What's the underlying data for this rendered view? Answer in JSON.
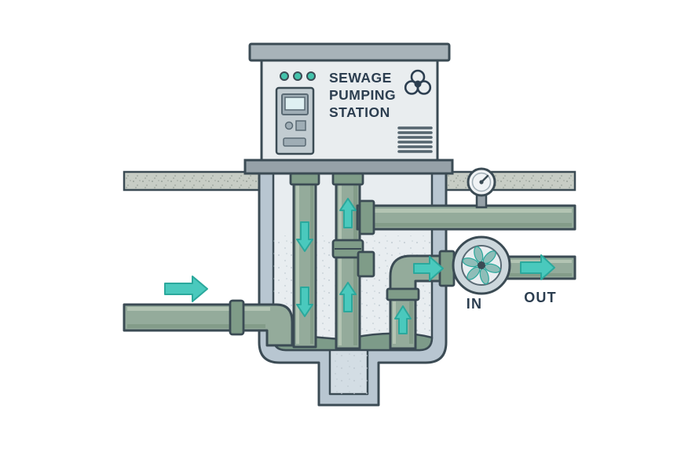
{
  "cabinet": {
    "title_lines": [
      "SEWAGE",
      "PUMPING",
      "STATION"
    ],
    "status_led_count": 3
  },
  "flow_labels": {
    "in": "IN",
    "out": "OUT"
  },
  "icons": {
    "hazard": "biohazard-icon",
    "instrument": "pressure-gauge-icon",
    "pump": "pump-impeller-icon",
    "flow": "flow-arrow-icon"
  },
  "colors": {
    "background": "#ffffff",
    "outline": "#3b4b54",
    "text": "#2c3e50",
    "pipe": "#94ab9b",
    "pipe_highlight": "#c0cfbe",
    "pipe_shadow": "#75907a",
    "coupling": "#7f9c88",
    "ground": "#c7cdc5",
    "ground_dot": "#99a29a",
    "tank_wall": "#b8c6d1",
    "tank_interior": "#e8edf0",
    "interior_dot": "#b9c4cc",
    "neck_interior": "#d3dde4",
    "sump": "#7d9b89",
    "slab": "#96a1a8",
    "cabinet_body": "#e9edef",
    "cabinet_lid": "#a8b3b9",
    "panel": "#c2ccd1",
    "panel_dark": "#9fadb5",
    "screen": "#dff0f2",
    "screen_border": "#5a6a74",
    "led": "#43c3ab",
    "arrow": "#4ac9bd",
    "arrow_dark": "#2ba89c",
    "pump_body": "#ccd7dc",
    "pump_inner": "#e9eef1",
    "blade": "#8fbdb8",
    "gauge_face": "#f0f3f5",
    "vent": "#55656f"
  }
}
